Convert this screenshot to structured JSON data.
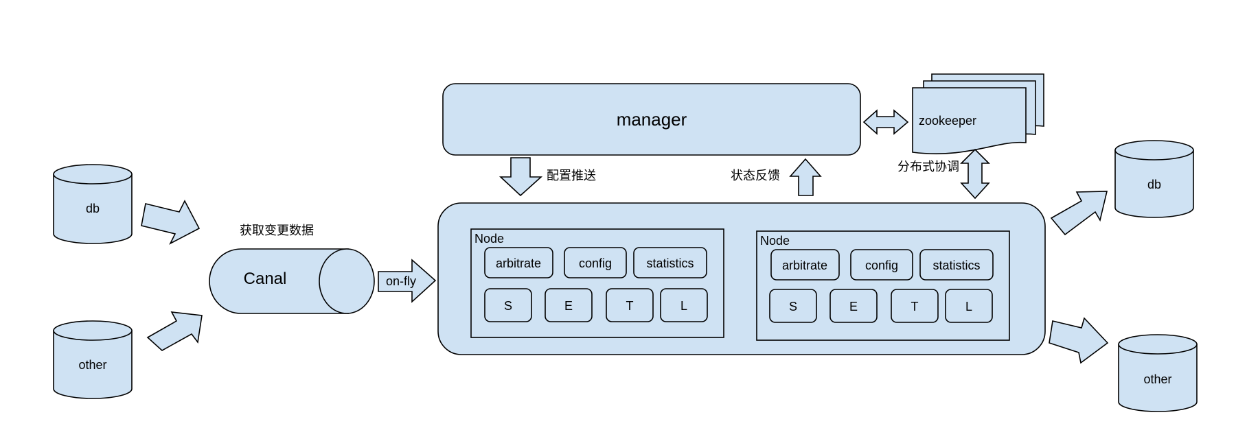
{
  "sources": {
    "db": "db",
    "other": "other"
  },
  "targets": {
    "db": "db",
    "other": "other"
  },
  "canal": {
    "label": "Canal",
    "caption": "获取变更数据"
  },
  "on_fly": "on-fly",
  "manager": "manager",
  "zookeeper": "zookeeper",
  "edges": {
    "config_push": "配置推送",
    "status_feedback": "状态反馈",
    "coordination": "分布式协调"
  },
  "nodes": [
    {
      "title": "Node",
      "arbitrate": "arbitrate",
      "config": "config",
      "statistics": "statistics",
      "stages": [
        "S",
        "E",
        "T",
        "L"
      ]
    },
    {
      "title": "Node",
      "arbitrate": "arbitrate",
      "config": "config",
      "statistics": "statistics",
      "stages": [
        "S",
        "E",
        "T",
        "L"
      ]
    }
  ]
}
